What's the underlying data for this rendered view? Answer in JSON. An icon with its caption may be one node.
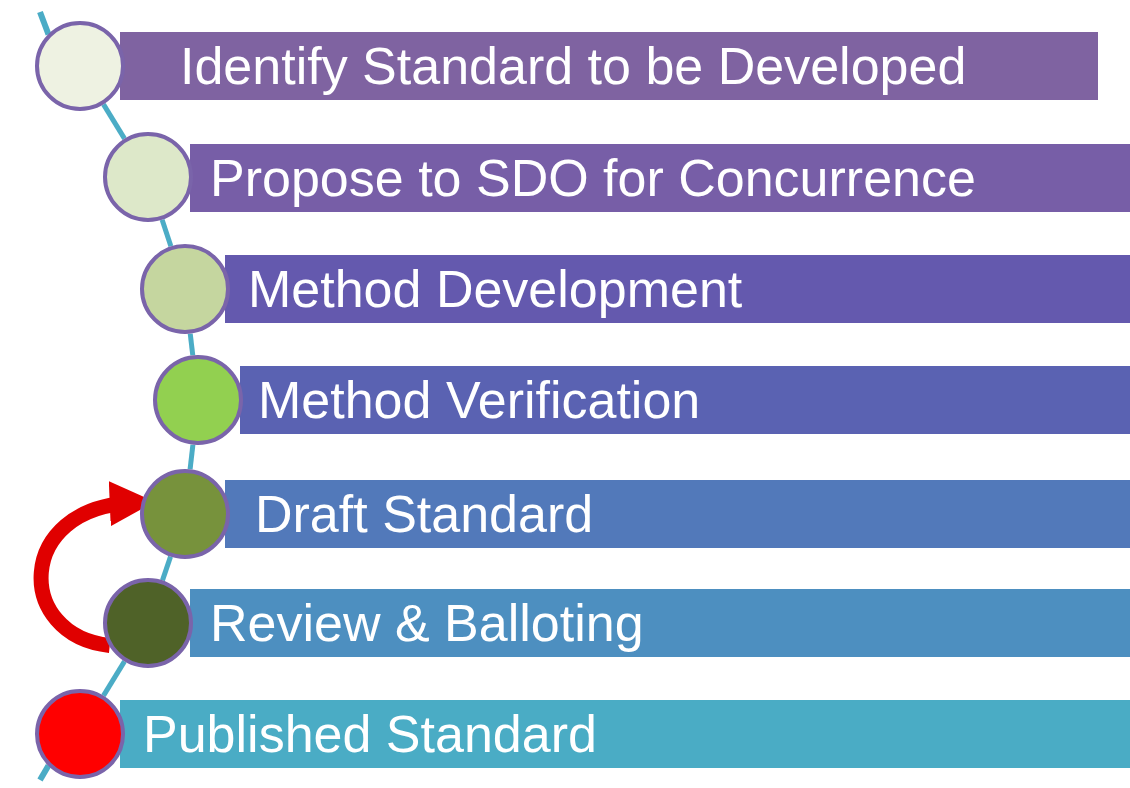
{
  "diagram": {
    "nodes": [
      {
        "text": [
          "Identify Standard to be Developed"
        ]
      },
      {
        "text": [
          "Propose to SDO for Concurrence"
        ]
      },
      {
        "text": [
          "Method Development"
        ]
      },
      {
        "text": [
          "Method Verification"
        ]
      },
      {
        "text": [
          "Draft Standard"
        ]
      },
      {
        "text": [
          "Review & Balloting"
        ]
      },
      {
        "text": [
          "Published Standard"
        ]
      },
      {
        "text": [],
        "shape": "circle"
      },
      {
        "text": [],
        "shape": "circle"
      },
      {
        "text": [],
        "shape": "circle"
      },
      {
        "text": [],
        "shape": "circle"
      },
      {
        "text": [],
        "shape": "circle"
      },
      {
        "text": [],
        "shape": "circle"
      },
      {
        "text": [],
        "shape": "circle"
      }
    ],
    "edges": [
      {
        "from": 7,
        "to": 8,
        "arrow": "none"
      },
      {
        "from": 8,
        "to": 9,
        "arrow": "none"
      },
      {
        "from": 9,
        "to": 10,
        "arrow": "none"
      },
      {
        "from": 10,
        "to": 11,
        "arrow": "none"
      },
      {
        "from": 11,
        "to": 12,
        "arrow": "none"
      },
      {
        "from": 12,
        "to": 13,
        "arrow": "none"
      },
      {
        "from": 12,
        "to": 11,
        "arrow": "to",
        "style": "thick",
        "color": "#e00000"
      }
    ]
  }
}
